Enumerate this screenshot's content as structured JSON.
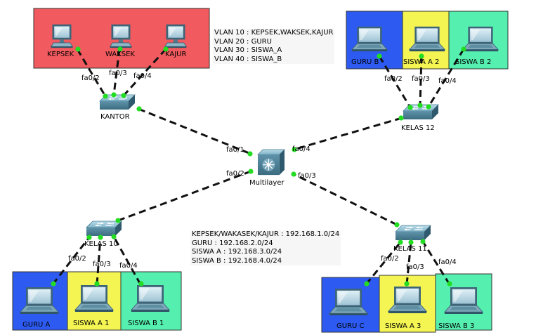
{
  "colors": {
    "kantor_area": "#f15a5f",
    "guru_area": "#2d5bf1",
    "siswa_a_area": "#f4f553",
    "siswa_b_area": "#55f0b0",
    "link_dot": "#22dd22",
    "link_line": "#111111"
  },
  "vlan_note": [
    "VLAN 10 : KEPSEK,WAKSEK,KAJUR",
    "VLAN 20 : GURU",
    "VLAN 30 : SISWA_A",
    "VLAN 40 : SISWA_B"
  ],
  "network_note": [
    "KEPSEK/WAKASEK/KAJUR : 192.168.1.0/24",
    "GURU : 192.168.2.0/24",
    "SISWA A : 192.168.3.0/24",
    "SISWA B : 192.168.4.0/24"
  ],
  "devices": {
    "multilayer": {
      "label": "Multilayer",
      "icon": "multilayer-switch-icon"
    },
    "kantor": {
      "label": "KANTOR",
      "icon": "switch-icon"
    },
    "kelas12": {
      "label": "KELAS 12",
      "icon": "switch-icon"
    },
    "kelas10": {
      "label": "KELAS 10",
      "icon": "switch-icon"
    },
    "kelas11": {
      "label": "KELAS 11",
      "icon": "switch-icon"
    },
    "kepsek": {
      "label": "KEPSEK",
      "icon": "pc-icon"
    },
    "waksek": {
      "label": "WAKSEK",
      "icon": "pc-icon"
    },
    "kajur": {
      "label": "KAJUR",
      "icon": "pc-icon"
    },
    "guru_b": {
      "label": "GURU B",
      "icon": "laptop-icon"
    },
    "siswa_a2": {
      "label": "SISWA A 2",
      "icon": "laptop-icon"
    },
    "siswa_b2": {
      "label": "SISWA B 2",
      "icon": "laptop-icon"
    },
    "guru_a": {
      "label": "GURU A",
      "icon": "laptop-icon"
    },
    "siswa_a1": {
      "label": "SISWA A 1",
      "icon": "laptop-icon"
    },
    "siswa_b1": {
      "label": "SISWA B 1",
      "icon": "laptop-icon"
    },
    "guru_c": {
      "label": "GURU C",
      "icon": "laptop-icon"
    },
    "siswa_a3": {
      "label": "SISWA A 3",
      "icon": "laptop-icon"
    },
    "siswa_b3": {
      "label": "SISWA B 3",
      "icon": "laptop-icon"
    }
  },
  "ports": {
    "ml_fa01": "fa0/1",
    "ml_fa04": "fa0/4",
    "ml_fa02": "fa0/2",
    "ml_fa03": "fa0/3",
    "kantor_fa02": "fa0/2",
    "kantor_fa03": "fa0/3",
    "kantor_fa04": "fa0/4",
    "k12_fa02": "fa0/2",
    "k12_fa03": "fa0/3",
    "k12_fa04": "fa0/4",
    "k10_fa02": "fa0/2",
    "k10_fa03": "fa0/3",
    "k10_fa04": "fa0/4",
    "k11_fa02": "fa0/2",
    "k11_fa03": "fa0/3",
    "k11_fa04": "fa0/4"
  }
}
